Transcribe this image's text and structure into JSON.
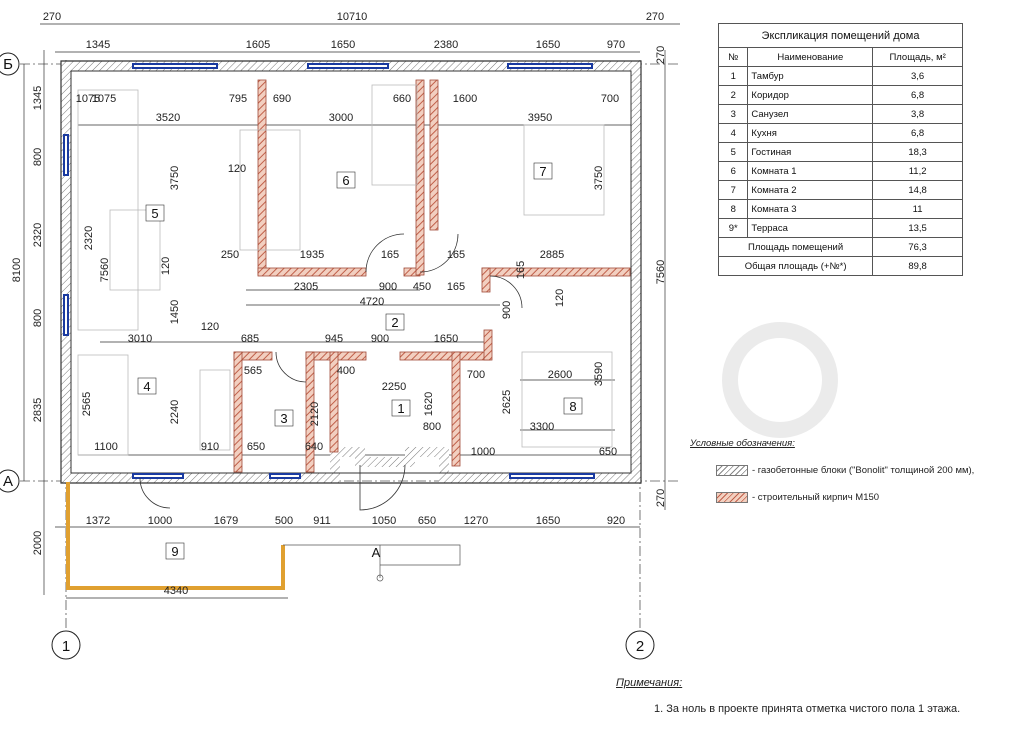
{
  "explication": {
    "title": "Экспликация помещений дома",
    "headers": {
      "num": "№",
      "name": "Наименование",
      "area": "Площадь, м²"
    },
    "rows": [
      {
        "num": "1",
        "name": "Тамбур",
        "area": "3,6"
      },
      {
        "num": "2",
        "name": "Коридор",
        "area": "6,8"
      },
      {
        "num": "3",
        "name": "Санузел",
        "area": "3,8"
      },
      {
        "num": "4",
        "name": "Кухня",
        "area": "6,8"
      },
      {
        "num": "5",
        "name": "Гостиная",
        "area": "18,3"
      },
      {
        "num": "6",
        "name": "Комната 1",
        "area": "11,2"
      },
      {
        "num": "7",
        "name": "Комната 2",
        "area": "14,8"
      },
      {
        "num": "8",
        "name": "Комната 3",
        "area": "11"
      },
      {
        "num": "9*",
        "name": "Терраса",
        "area": "13,5"
      }
    ],
    "rooms_area_label": "Площадь помещений",
    "rooms_area_value": "76,3",
    "total_area_label": "Общая площадь (+№*)",
    "total_area_value": "89,8"
  },
  "legend": {
    "heading": "Условные обозначения:",
    "items": [
      {
        "label": "- газобетонные блоки  (\"Bonolit\" толщиной 200 мм),",
        "pattern": "gasblock-hatch"
      },
      {
        "label": "- строительный кирпич М150",
        "pattern": "brick-hatch"
      }
    ]
  },
  "notes": {
    "heading": "Примечания:",
    "items": [
      "1.  За ноль в проекте принята отметка чистого пола 1 этажа."
    ]
  },
  "axes": {
    "left_number": "1",
    "right_number": "2",
    "top_letter": "Б",
    "bottom_letter": "А"
  },
  "section_mark": "А",
  "colors": {
    "brick": "#c0604a",
    "wall": "#333333",
    "terrace": "#e0a030"
  },
  "rooms": [
    "1",
    "2",
    "3",
    "4",
    "5",
    "6",
    "7",
    "8",
    "9"
  ],
  "dims": {
    "top_overall": "10710",
    "top_left_margin": "270",
    "top_right_margin": "270",
    "top_segments": [
      "1345",
      "1605",
      "1650",
      "2380",
      "1650",
      "970"
    ],
    "right_top_margin": "270",
    "right_overall": "7560",
    "right_bottom_margin": "270",
    "left_overall": "8100",
    "left_segments": [
      "1345",
      "800",
      "2320",
      "800",
      "2835"
    ],
    "bottom_terrace_depth": "2000",
    "bottom_segments": [
      "1372",
      "1000",
      "1679",
      "500",
      "911",
      "1050",
      "650",
      "1270",
      "1650",
      "920"
    ],
    "terrace_width": "4340",
    "inner": [
      "1075",
      "1075",
      "795",
      "690",
      "660",
      "1600",
      "700",
      "3520",
      "3000",
      "3950",
      "120",
      "3750",
      "3750",
      "2320",
      "7560",
      "120",
      "1450",
      "250",
      "1935",
      "165",
      "165",
      "165",
      "2885",
      "2305",
      "900",
      "450",
      "165",
      "4720",
      "900",
      "120",
      "3010",
      "120",
      "685",
      "945",
      "900",
      "1650",
      "565",
      "400",
      "2250",
      "700",
      "2600",
      "3590",
      "2565",
      "2240",
      "2120",
      "1620",
      "2625",
      "800",
      "3300",
      "1100",
      "910",
      "650",
      "640",
      "1000",
      "650"
    ]
  }
}
